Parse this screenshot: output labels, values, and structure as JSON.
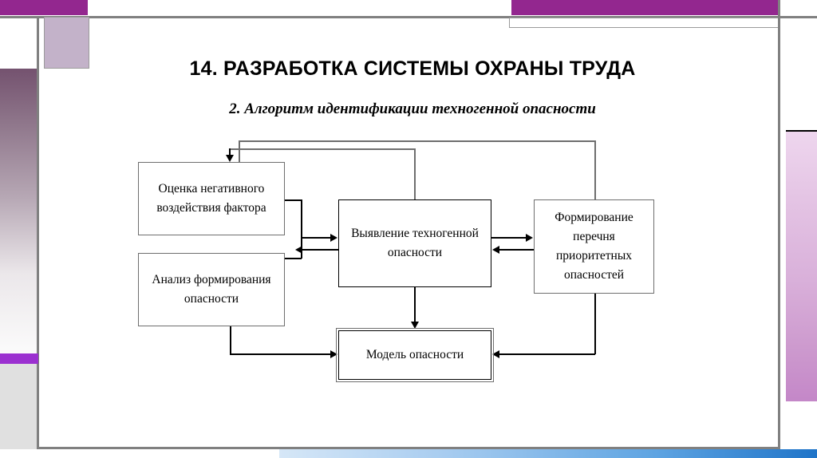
{
  "slide": {
    "title": "14. РАЗРАБОТКА СИСТЕМЫ ОХРАНЫ ТРУДА",
    "subtitle": "2. Алгоритм идентификации техногенной опасности"
  },
  "diagram": {
    "type": "flowchart",
    "nodes": [
      {
        "id": "ocenka",
        "label": "Оценка негативного воздействия фактора"
      },
      {
        "id": "analiz",
        "label": "Анализ формирования опасности"
      },
      {
        "id": "viyavlenie",
        "label": "Выявление техногенной опасности"
      },
      {
        "id": "formirovanie",
        "label": "Формирование перечня приоритетных опасностей"
      },
      {
        "id": "model",
        "label": "Модель опасности"
      }
    ],
    "edges": [
      {
        "from": "viyavlenie",
        "to": "ocenka",
        "style": "feedback-top"
      },
      {
        "from": "formirovanie",
        "to": "ocenka",
        "style": "feedback-top-outer"
      },
      {
        "from": "ocenka",
        "to": "viyavlenie",
        "style": "right"
      },
      {
        "from": "viyavlenie",
        "to": "analiz",
        "style": "left"
      },
      {
        "from": "viyavlenie",
        "to": "formirovanie",
        "style": "right"
      },
      {
        "from": "formirovanie",
        "to": "viyavlenie",
        "style": "left"
      },
      {
        "from": "viyavlenie",
        "to": "model",
        "style": "down"
      },
      {
        "from": "analiz",
        "to": "model",
        "style": "elbow-right"
      },
      {
        "from": "formirovanie",
        "to": "model",
        "style": "elbow-left"
      }
    ]
  },
  "theme": {
    "accent_purple": "#93278f",
    "accent_violet": "#9b30d0",
    "lavender": "#c3b2c9",
    "rule_grey": "#808080",
    "pink_strip": "#cd9ace",
    "blue_bar": "#1f74c8"
  }
}
